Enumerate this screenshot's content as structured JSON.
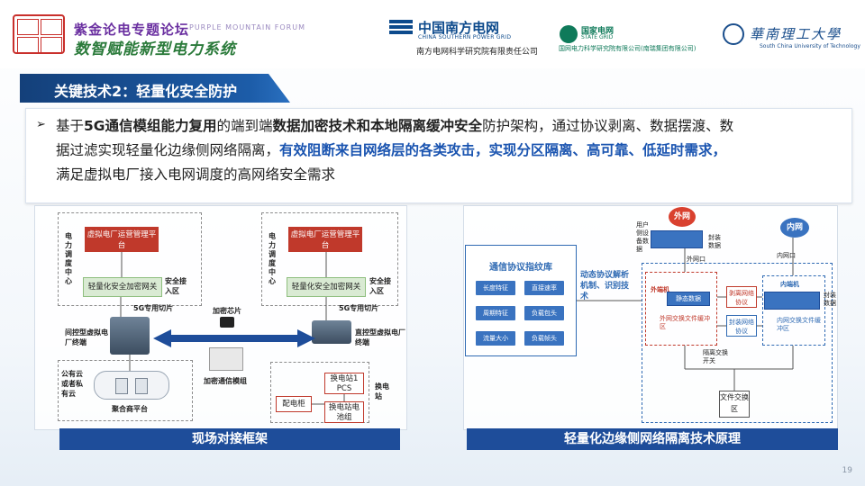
{
  "header": {
    "forum_title": "紫金论电专题论坛",
    "forum_title_en": "PURPLE MOUNTAIN FORUM",
    "forum_subtitle": "数智赋能新型电力系统",
    "csg_name": "中国南方电网",
    "csg_name_en": "CHINA SOUTHERN POWER GRID",
    "csg_institute": "南方电网科学研究院有限责任公司",
    "sg_name": "国家电网",
    "sg_name_en": "STATE GRID",
    "sg_institute": "国网电力科学研究院有限公司(南瑞集团有限公司)",
    "scut_name": "華南理工大學",
    "scut_name_en": "South China University of Technology"
  },
  "section": {
    "title": "关键技术2：轻量化安全防护"
  },
  "description": {
    "bullet": "➢",
    "line1_a": "基于",
    "line1_b": "5G通信模组能力复用",
    "line1_c": "的端到端",
    "line1_d": "数据加密技术和本地隔离缓冲安全",
    "line1_e": "防护架构，通过协议剥离、数据摆渡、数",
    "line2_a": "据过滤实现轻量化边缘侧网络隔离，",
    "line2_b": "有效阻断来自网络层的各类攻击，实现分区隔离、高可靠、低延时需求，",
    "line3": "满足虚拟电厂接入电网调度的高网络安全需求"
  },
  "left_diagram": {
    "dispatch_center_a": "电力调度中心",
    "dispatch_center_b": "电力调度中心",
    "vpp_platform_a": "虚拟电厂运营管理平台",
    "vpp_platform_b": "虚拟电厂运营管理平台",
    "gateway_a": "轻量化安全加密网关",
    "gateway_b": "轻量化安全加密网关",
    "secure_access_a": "安全接入区",
    "secure_access_b": "安全接入区",
    "slice_a": "5G专用切片",
    "slice_b": "5G专用切片",
    "crypto_chip": "加密芯片",
    "indirect_terminal": "间控型虚拟电厂终端",
    "direct_terminal": "直控型虚拟电厂终端",
    "comm_module": "加密通信模组",
    "cloud_label": "公有云或者私有云",
    "aggregator": "聚合商平台",
    "swap_station_pcs": "换电站1 PCS",
    "distribution_cabinet": "配电柜",
    "swap_battery": "换电站电池组",
    "swap_station": "换电站"
  },
  "right_diagram": {
    "fingerprint_lib": "通信协议指纹库",
    "lib_items": [
      "长度特征",
      "直接速率",
      "周期特征",
      "负载包头",
      "流量大小",
      "负载帧头"
    ],
    "dynamic_parse": "动态协议解析机制、识别技术",
    "user_side": "用户侧设备数据",
    "extranet": "外网",
    "intranet": "内网",
    "extranet_port": "外网口",
    "intranet_port": "内网口",
    "seal_data_a": "封装数据",
    "seal_data_b": "封装数据",
    "extranet_machine": "外端机",
    "static_data": "静态数据",
    "extranet_buffer": "外网交换文件缓冲区",
    "strip_protocol": "剥离网络协议",
    "encap_protocol": "封装网络协议",
    "intranet_machine": "内端机",
    "intranet_buffer": "内网交换文件缓冲区",
    "isolation_switch": "隔离交换开关",
    "file_exchange": "文件交换区",
    "caption": "轻量化边缘侧网络隔离技术原理"
  },
  "captions": {
    "left": "现场对接框架",
    "right": "轻量化边缘侧网络隔离技术原理"
  },
  "page_number": "19",
  "colors": {
    "accent": "#1e4d9a",
    "highlight": "#1a54b0",
    "red": "#c0392b"
  }
}
